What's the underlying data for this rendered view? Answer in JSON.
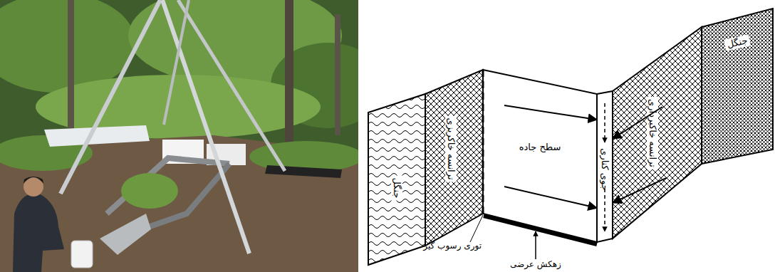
{
  "diagram": {
    "nodes": [
      {
        "text": [
          "جنگل"
        ]
      },
      {
        "text": [
          "ترانسه خاکریزی"
        ]
      },
      {
        "text": [
          "سطح جاده"
        ]
      },
      {
        "text": [
          "جوی کناری"
        ]
      },
      {
        "text": [
          "ترانسه خاکبرداری"
        ]
      },
      {
        "text": [
          "جنگل"
        ]
      }
    ],
    "edges": [
      {
        "from": 2,
        "to": 3,
        "arrow": "to"
      },
      {
        "from": 2,
        "to": 3,
        "arrow": "to"
      },
      {
        "from": 4,
        "to": 3,
        "arrow": "to"
      },
      {
        "from": 4,
        "to": 3,
        "arrow": "to"
      }
    ],
    "labels": [
      "توری رسوب گیر",
      "زهکش عرضی"
    ]
  }
}
